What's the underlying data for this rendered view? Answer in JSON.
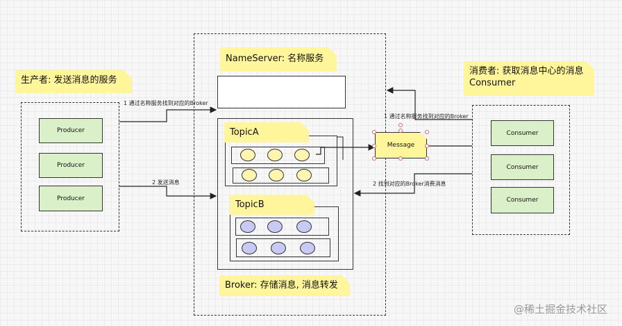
{
  "notes": {
    "producer": "生产者: 发送消息的服务",
    "consumer_line1": "消费者: 获取消息中心的消息",
    "consumer_line2": "Consumer",
    "nameserver": "NameServer: 名称服务",
    "broker": "Broker: 存储消息, 消息转发",
    "topic_a": "TopicA",
    "topic_b": "TopicB"
  },
  "producers": [
    "Producer",
    "Producer",
    "Producer"
  ],
  "consumers": [
    "Consumer",
    "Consumer",
    "Consumer"
  ],
  "message": "Message",
  "edge_labels": {
    "producer_to_nameserver": "1 通过名称服务找到对应的Broker",
    "producer_to_broker": "2 发送消息",
    "consumer_to_nameserver": "1 通过名称服务找到对应的Broker",
    "consumer_to_broker": "2 找到对应的Broker消费消息"
  },
  "watermark": "@稀土掘金技术社区"
}
